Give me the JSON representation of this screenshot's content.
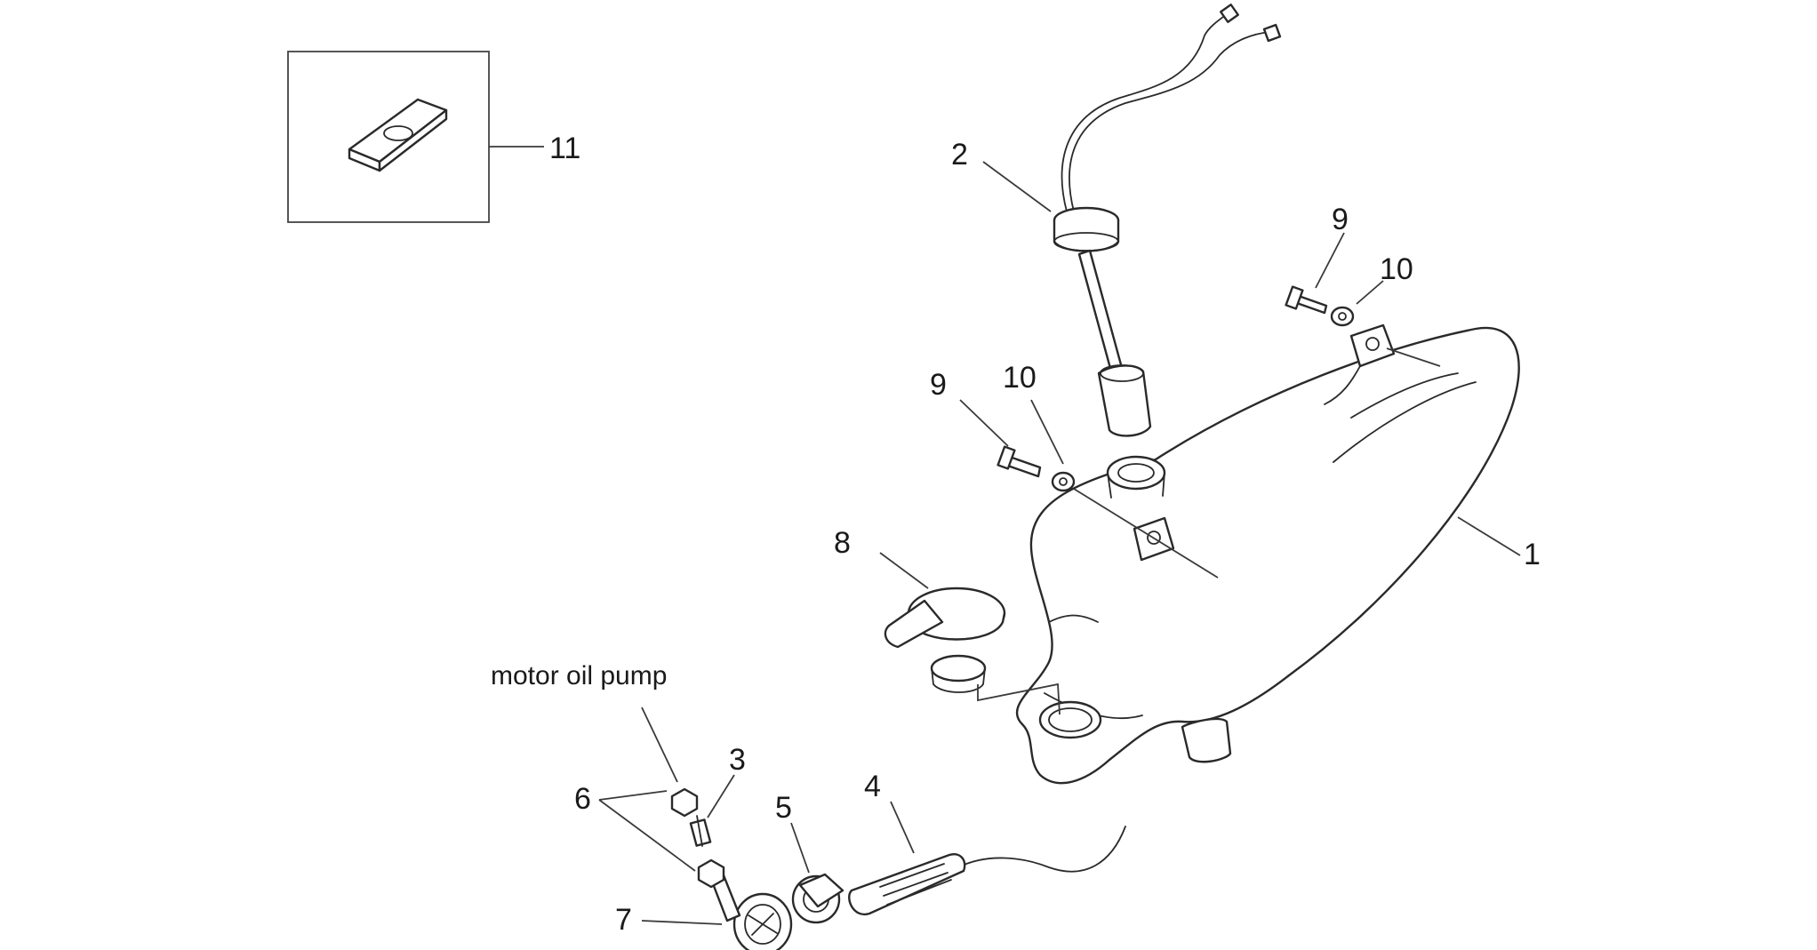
{
  "labels": {
    "p1": "1",
    "p2": "2",
    "p3": "3",
    "p4": "4",
    "p5": "5",
    "p6": "6",
    "p7": "7",
    "p8": "8",
    "p9a": "9",
    "p9b": "9",
    "p10a": "10",
    "p10b": "10",
    "p11": "11"
  },
  "note": "motor oil pump"
}
